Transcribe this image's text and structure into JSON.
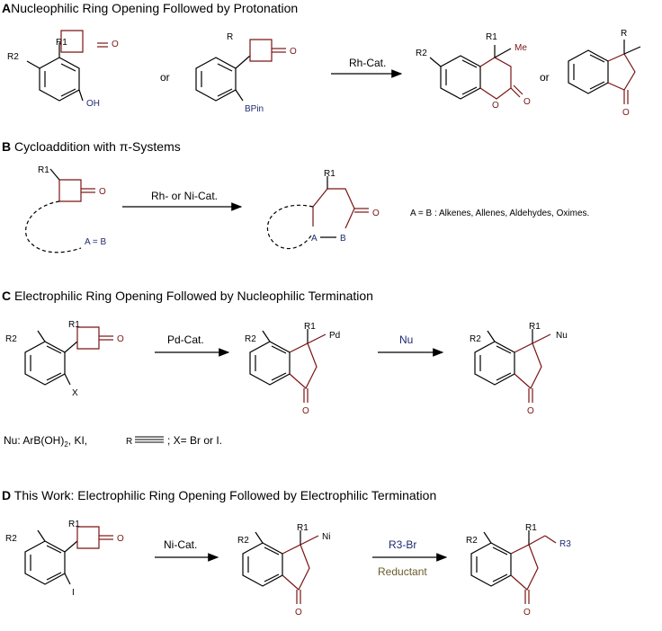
{
  "sections": {
    "A": {
      "letter": "A",
      "title": "Nucleophilic Ring Opening Followed by Protonation"
    },
    "B": {
      "letter": "B",
      "title": "Cycloaddition with π-Systems"
    },
    "C": {
      "letter": "C",
      "title": "Electrophilic Ring Opening Followed by Nucleophilic Termination"
    },
    "D": {
      "letter": "D",
      "title": "This Work: Electrophilic Ring Opening Followed by Electrophilic Termination"
    }
  },
  "A": {
    "sm1_r1": "R1",
    "sm1_r2": "R2",
    "sm1_oh": "OH",
    "sm1_o": "O",
    "or1": "or",
    "sm2_r": "R",
    "sm2_bpin": "BPin",
    "sm2_o": "O",
    "arrow_label": "Rh-Cat.",
    "p1_r1": "R1",
    "p1_me": "Me",
    "p1_r2": "R2",
    "p1_o_ring": "O",
    "p1_o": "O",
    "or2": "or",
    "p2_r": "R",
    "p2_o": "O"
  },
  "B": {
    "sm_r1": "R1",
    "sm_o": "O",
    "sm_ab": "A = B",
    "arrow_label": "Rh- or Ni-Cat.",
    "p_r1": "R1",
    "p_o": "O",
    "p_a": "A",
    "p_b": "B",
    "note": "A = B : Alkenes, Allenes, Aldehydes, Oximes."
  },
  "C": {
    "sm_r1": "R1",
    "sm_r2": "R2",
    "sm_o": "O",
    "sm_x": "X",
    "arrow1_label": "Pd-Cat.",
    "int_r1": "R1",
    "int_r2": "R2",
    "int_pd": "Pd",
    "int_o": "O",
    "arrow2_label": "Nu",
    "p_r1": "R1",
    "p_r2": "R2",
    "p_nu": "Nu",
    "p_o": "O",
    "nu_line_prefix": "Nu: ArB(OH)",
    "nu_line_sub": "2",
    "nu_line_mid": ", KI,",
    "nu_line_r": "R",
    "nu_line_suffix": "; X= Br or I."
  },
  "D": {
    "sm_r1": "R1",
    "sm_r2": "R2",
    "sm_o": "O",
    "sm_i": "I",
    "arrow1_label": "Ni-Cat.",
    "int_r1": "R1",
    "int_r2": "R2",
    "int_ni": "Ni",
    "int_o": "O",
    "arrow2_label_top": "R3-Br",
    "arrow2_label_bottom": "Reductant",
    "p_r1": "R1",
    "p_r2": "R2",
    "p_r3": "R3",
    "p_o": "O"
  },
  "colors": {
    "bond_red": "#7a1414",
    "blue_text": "#1f2a6e",
    "reductant": "#6b5a2e"
  }
}
